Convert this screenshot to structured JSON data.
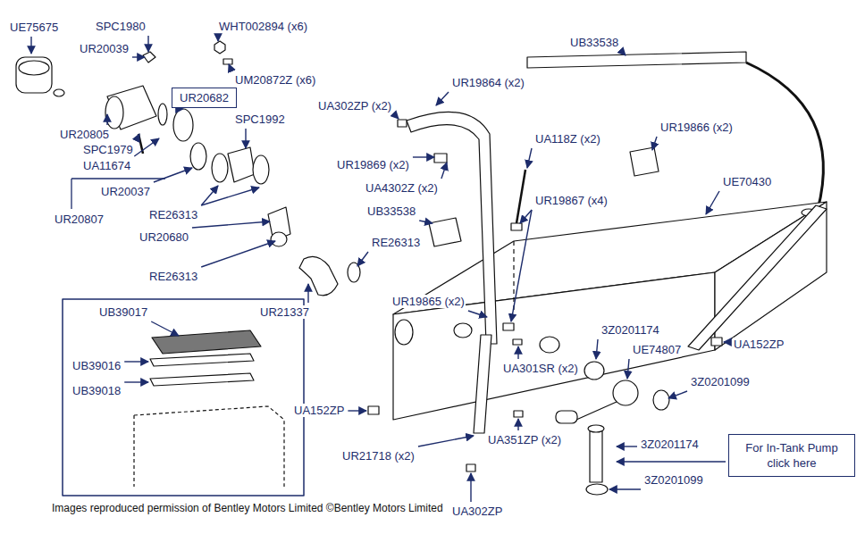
{
  "diagram": {
    "caption": "Images reproduced permission of Bentley Motors Limited ©Bentley Motors Limited",
    "nodes": [
      {
        "text": [
          "UR20682"
        ]
      },
      {
        "text": [
          "For In-Tank Pump click here"
        ]
      }
    ],
    "labels": [
      "UE75675",
      "SPC1980",
      "UR20039",
      "WHT002894 (x6)",
      "UM20872Z (x6)",
      "UR20805",
      "SPC1979",
      "UA11674",
      "UR20037",
      "UR20807",
      "SPC1992",
      "RE26313",
      "UR20680",
      "RE26313",
      "RE26313",
      "UR21337",
      "UB33538",
      "UR19864 (x2)",
      "UA302ZP (x2)",
      "UR19869 (x2)",
      "UA4302Z (x2)",
      "UB33538",
      "UA118Z (x2)",
      "UR19866 (x2)",
      "UR19867 (x4)",
      "UE70430",
      "UR19865 (x2)",
      "3Z0201174",
      "UE74807",
      "UA301SR (x2)",
      "3Z0201099",
      "UA152ZP",
      "3Z0201174",
      "UA152ZP",
      "UA351ZP (x2)",
      "UR21718 (x2)",
      "UA302ZP",
      "3Z0201099",
      "UB39017",
      "UB39016",
      "UB39018"
    ]
  }
}
